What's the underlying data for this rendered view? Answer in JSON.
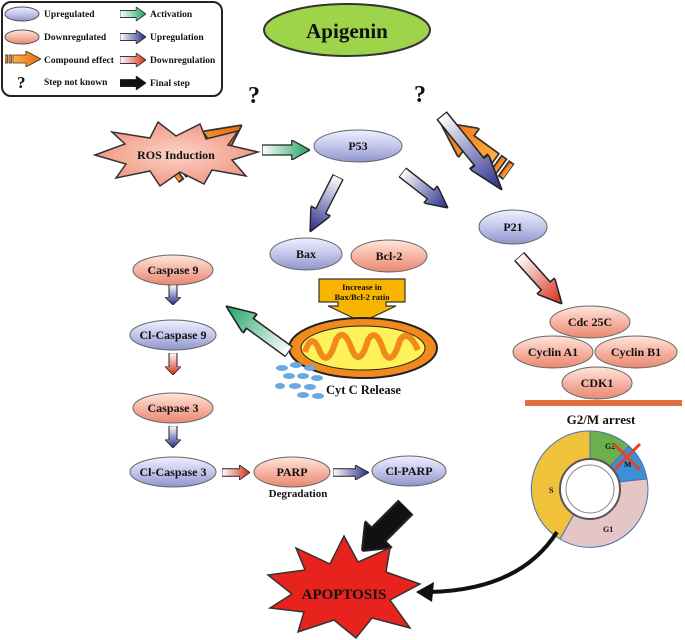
{
  "title": "Apigenin",
  "legend": {
    "upregulated": "Upregulated",
    "downregulated": "Downregulated",
    "compound_effect": "Compound effect",
    "step_not_known": "Step not known",
    "activation": "Activation",
    "upregulation": "Upregulation",
    "downregulation": "Downregulation",
    "final_step": "Final step",
    "question_mark": "?"
  },
  "nodes": {
    "ros": "ROS Induction",
    "p53": "P53",
    "p21": "P21",
    "bax": "Bax",
    "bcl2": "Bcl-2",
    "caspase9": "Caspase 9",
    "cl_caspase9": "Cl-Caspase 9",
    "caspase3": "Caspase 3",
    "cl_caspase3": "Cl-Caspase 3",
    "parp": "PARP",
    "cl_parp": "Cl-PARP",
    "cdc25c": "Cdc 25C",
    "cyclin_a1": "Cyclin A1",
    "cyclin_b1": "Cyclin B1",
    "cdk1": "CDK1"
  },
  "notes": {
    "bax_bcl2_line1": "Increase in",
    "bax_bcl2_line2": "Bax/Bcl-2 ratio",
    "cyt_c": "Cyt C Release",
    "degradation": "Degradation",
    "g2m_arrest": "G2/M arrest",
    "apoptosis": "APOPTOSIS"
  },
  "cell_cycle": {
    "phases": [
      "G2",
      "M",
      "G1",
      "S"
    ],
    "colors": {
      "G2": "#6bb04a",
      "M": "#3d8fd6",
      "G1": "#e5c6c6",
      "S": "#f0c23c"
    }
  },
  "colors": {
    "up_fill": "#c5c8ea",
    "down_fill": "#f6b8a8",
    "apigenin_fill": "#9dd44a",
    "ros_fill": "#f4a996",
    "apoptosis_fill": "#e8221c",
    "arrest_bar": "#e07040",
    "ratio_box": "#f7b500"
  }
}
